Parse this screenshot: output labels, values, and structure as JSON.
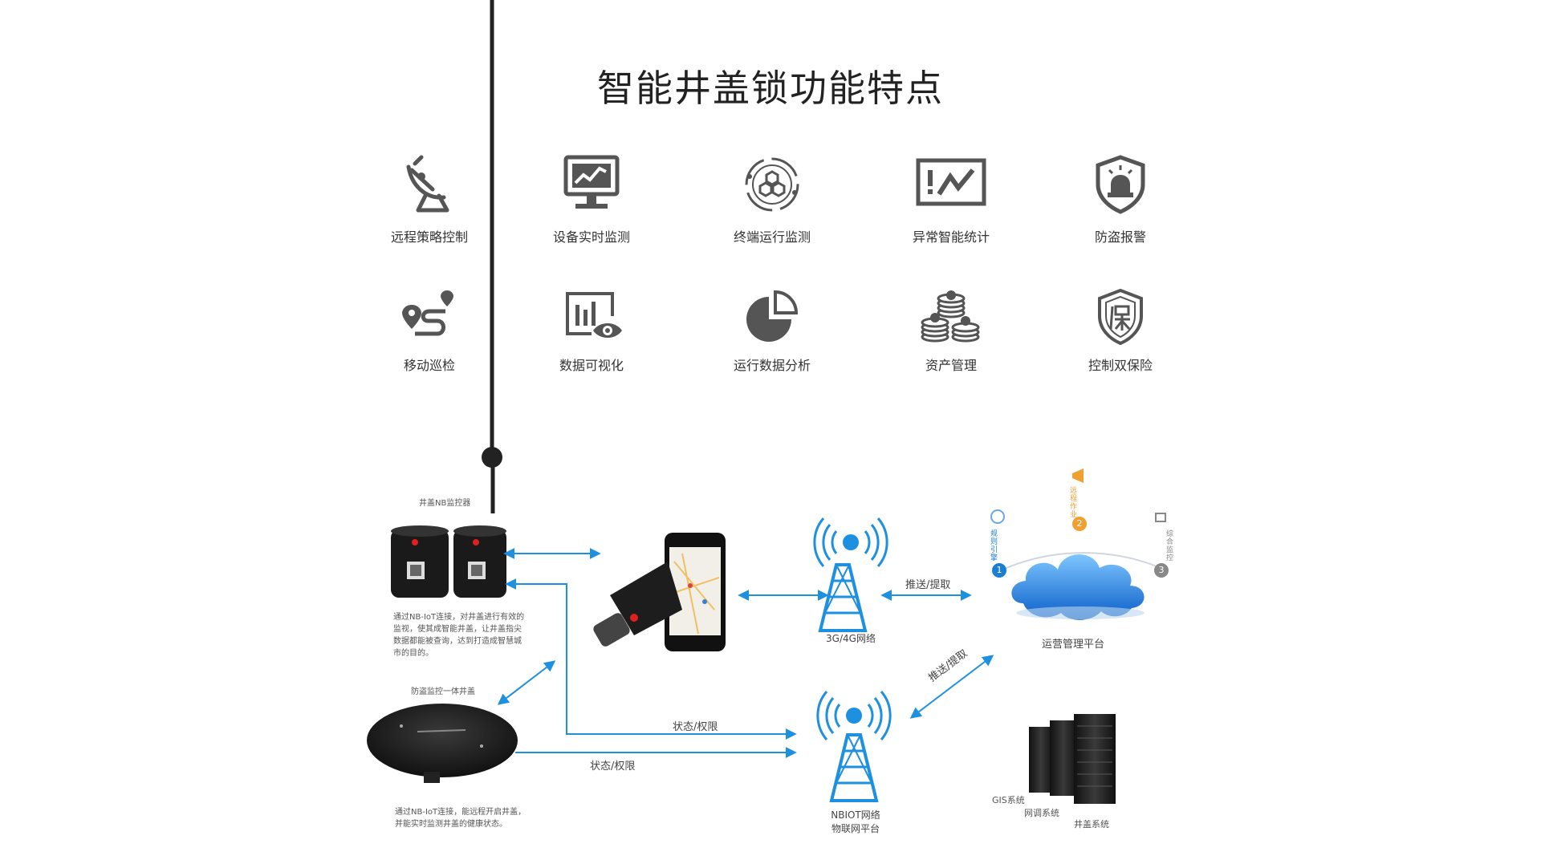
{
  "title": "智能井盖锁功能特点",
  "features": [
    {
      "label": "远程策略控制",
      "icon": "satellite-dish-icon"
    },
    {
      "label": "设备实时监测",
      "icon": "monitor-chart-icon"
    },
    {
      "label": "终端运行监测",
      "icon": "hexagon-network-icon"
    },
    {
      "label": "异常智能统计",
      "icon": "alert-chart-icon"
    },
    {
      "label": "防盗报警",
      "icon": "shield-alarm-icon"
    },
    {
      "label": "移动巡检",
      "icon": "route-pin-icon"
    },
    {
      "label": "数据可视化",
      "icon": "chart-eye-icon"
    },
    {
      "label": "运行数据分析",
      "icon": "pie-chart-icon"
    },
    {
      "label": "资产管理",
      "icon": "coin-stack-icon"
    },
    {
      "label": "控制双保险",
      "icon": "shield-bao-icon"
    }
  ],
  "diagram": {
    "monitor_title": "井盖NB监控器",
    "monitor_desc": [
      "通过NB-IoT连接，对井盖进行有效的",
      "监视，使其成智能井盖，让井盖指尖",
      "数据都能被查询，达到打造成智慧城",
      "市的目的。"
    ],
    "cover_title": "防盗监控一体井盖",
    "cover_desc": [
      "通过NB-IoT连接，能远程开启井盖，",
      "并能实时监测井盖的健康状态。"
    ],
    "status1": "状态/权限",
    "status2": "状态/权限",
    "push1": "推送/提取",
    "push2": "推送/提取",
    "network_3g": "3G/4G网络",
    "network_nb": [
      "NBIOT网络",
      "物联网平台"
    ],
    "platform": "运营管理平台",
    "cloud_nodes": [
      {
        "num": "1",
        "text": "规则引擎",
        "color": "#1a7fd0"
      },
      {
        "num": "2",
        "text": "远程作业",
        "color": "#f0a030"
      },
      {
        "num": "3",
        "text": "综合监控",
        "color": "#888888"
      }
    ],
    "systems": [
      "GIS系统",
      "网调系统",
      "井盖系统"
    ],
    "accent": "#1e90e0"
  }
}
